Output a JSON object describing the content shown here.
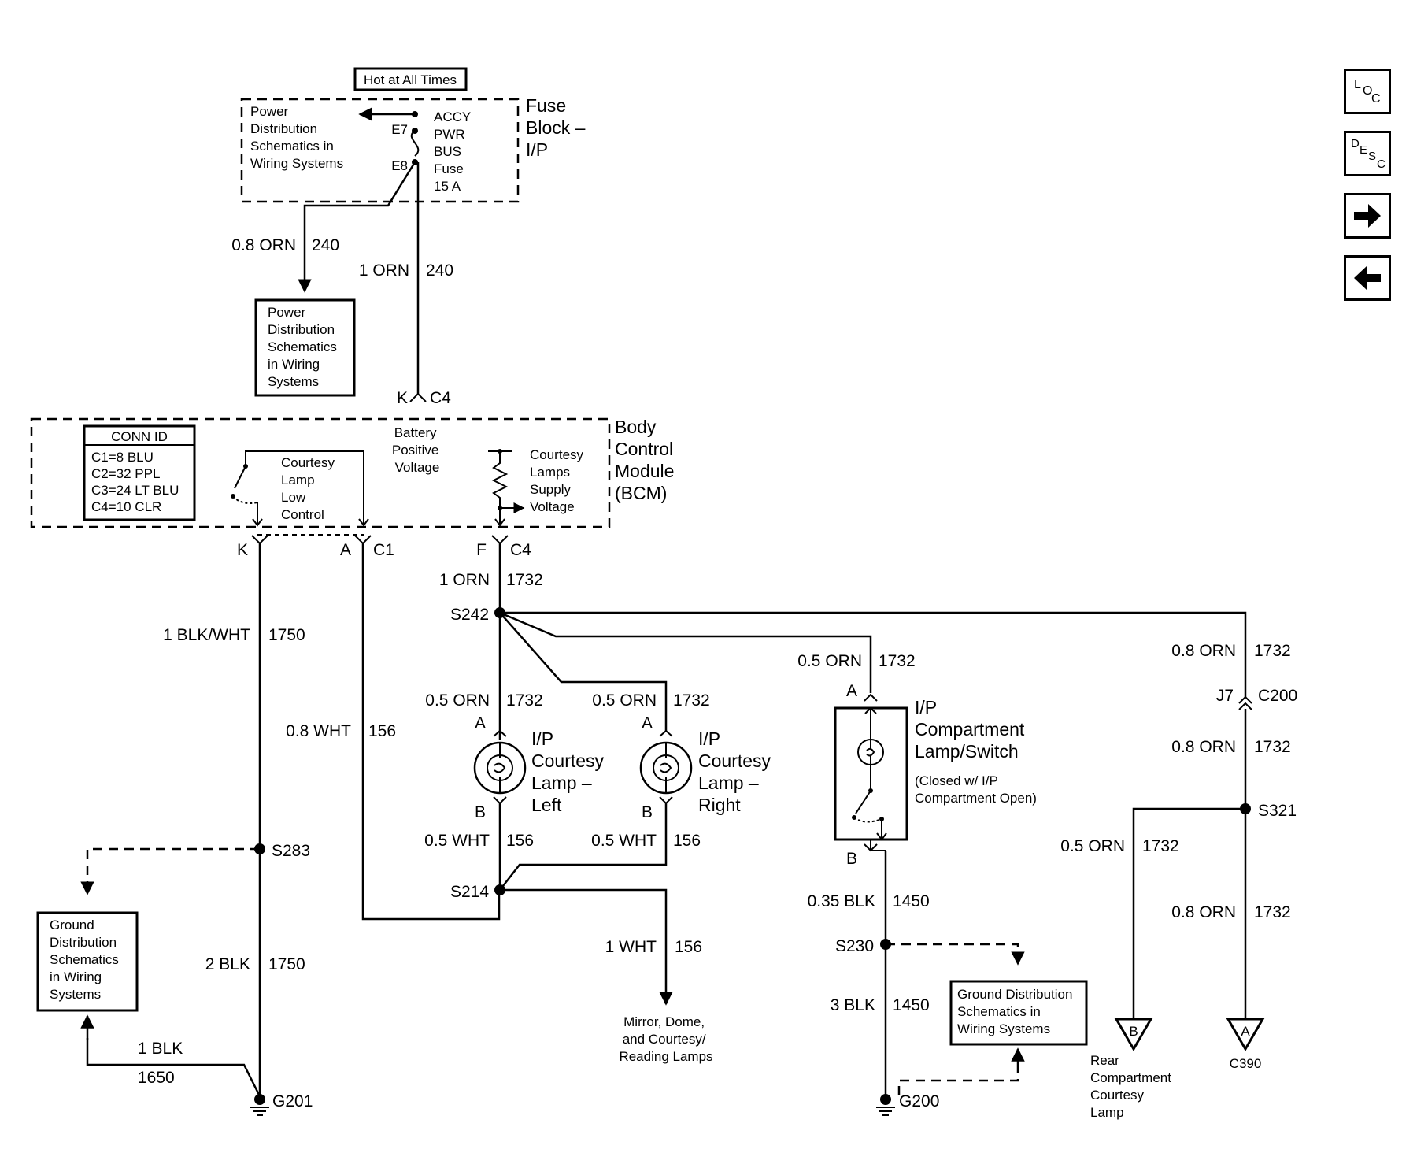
{
  "fuse_block": {
    "hot_label": "Hot at All Times",
    "title": [
      "Fuse",
      "Block –",
      "I/P"
    ],
    "pd_ref": [
      "Power",
      "Distribution",
      "Schematics in",
      "Wiring Systems"
    ],
    "pin_e7": "E7",
    "pin_e8": "E8",
    "fuse": [
      "ACCY",
      "PWR",
      "BUS",
      "Fuse",
      "15 A"
    ]
  },
  "pd_box": [
    "Power",
    "Distribution",
    "Schematics",
    "in Wiring",
    "Systems"
  ],
  "wires": {
    "w240a": {
      "gauge": "0.8 ORN",
      "circuit": "240"
    },
    "w240b": {
      "gauge": "1 ORN",
      "circuit": "240"
    },
    "w1732_main": {
      "gauge": "1 ORN",
      "circuit": "1732"
    },
    "w1750": {
      "gauge": "1 BLK/WHT",
      "circuit": "1750"
    },
    "w156_main": {
      "gauge": "0.8 WHT",
      "circuit": "156"
    },
    "w1732_l": {
      "gauge": "0.5 ORN",
      "circuit": "1732"
    },
    "w1732_r": {
      "gauge": "0.5 ORN",
      "circuit": "1732"
    },
    "w1732_comp": {
      "gauge": "0.5 ORN",
      "circuit": "1732"
    },
    "w1732_c200a": {
      "gauge": "0.8 ORN",
      "circuit": "1732"
    },
    "w1732_c200b": {
      "gauge": "0.8 ORN",
      "circuit": "1732"
    },
    "w156_l": {
      "gauge": "0.5 WHT",
      "circuit": "156"
    },
    "w156_r": {
      "gauge": "0.5 WHT",
      "circuit": "156"
    },
    "w1732_rear": {
      "gauge": "0.5 ORN",
      "circuit": "1732"
    },
    "w1732_c390": {
      "gauge": "0.8 ORN",
      "circuit": "1732"
    },
    "w1450a": {
      "gauge": "0.35 BLK",
      "circuit": "1450"
    },
    "w1450b": {
      "gauge": "3 BLK",
      "circuit": "1450"
    },
    "w1750b": {
      "gauge": "2 BLK",
      "circuit": "1750"
    },
    "w156_out": {
      "gauge": "1 WHT",
      "circuit": "156"
    },
    "w1650": {
      "gauge": "1 BLK",
      "circuit": "1650"
    }
  },
  "connectors": {
    "k_c4": {
      "pin": "K",
      "conn": "C4"
    },
    "k_c1": {
      "pin": "K"
    },
    "a_c1": {
      "pin": "A",
      "conn": "C1"
    },
    "f_c4": {
      "pin": "F",
      "conn": "C4"
    },
    "j7_c200": {
      "pin": "J7",
      "conn": "C200"
    }
  },
  "bcm": {
    "title": [
      "Body",
      "Control",
      "Module",
      "(BCM)"
    ],
    "conn_id_title": "CONN ID",
    "conn_ids": [
      "C1=8 BLU",
      "C2=32 PPL",
      "C3=24 LT BLU",
      "C4=10 CLR"
    ],
    "battery": [
      "Battery",
      "Positive",
      "Voltage"
    ],
    "low_control": [
      "Courtesy",
      "Lamp",
      "Low",
      "Control"
    ],
    "supply": [
      "Courtesy",
      "Lamps",
      "Supply",
      "Voltage"
    ]
  },
  "splices": {
    "s242": "S242",
    "s283": "S283",
    "s214": "S214",
    "s230": "S230",
    "s321": "S321"
  },
  "grounds": {
    "g201": "G201",
    "g200": "G200"
  },
  "lamps": {
    "left": {
      "name": [
        "I/P",
        "Courtesy",
        "Lamp –",
        "Left"
      ],
      "pin_a": "A",
      "pin_b": "B"
    },
    "right": {
      "name": [
        "I/P",
        "Courtesy",
        "Lamp –",
        "Right"
      ],
      "pin_a": "A",
      "pin_b": "B"
    },
    "compartment": {
      "name": [
        "I/P",
        "Compartment",
        "Lamp/Switch"
      ],
      "note": [
        "(Closed w/ I/P",
        "Compartment Open)"
      ],
      "pin_a": "A",
      "pin_b": "B"
    }
  },
  "refs": {
    "ground_left": [
      "Ground",
      "Distribution",
      "Schematics",
      "in Wiring",
      "Systems"
    ],
    "ground_right": [
      "Ground Distribution",
      "Schematics in",
      "Wiring Systems"
    ],
    "mirror": [
      "Mirror, Dome,",
      "and Courtesy/",
      "Reading Lamps"
    ],
    "rear": [
      "Rear",
      "Compartment",
      "Courtesy",
      "Lamp"
    ],
    "offpage_b": "B",
    "offpage_a": "A",
    "c390": "C390"
  },
  "nav": {
    "loc": [
      "L",
      "O",
      "C"
    ],
    "desc": [
      "D",
      "E",
      "S",
      "C"
    ],
    "next_icon": "right-arrow-icon",
    "prev_icon": "left-arrow-icon"
  }
}
